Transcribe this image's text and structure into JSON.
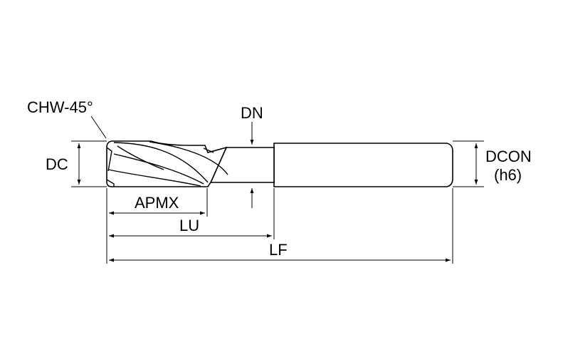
{
  "labels": {
    "chw": "CHW-45°",
    "dn": "DN",
    "dc": "DC",
    "dcon": "DCON",
    "dcon_tol": "(h6)",
    "apmx": "APMX",
    "lu": "LU",
    "lf": "LF"
  },
  "colors": {
    "line": "#000000",
    "background": "#ffffff"
  },
  "icons": [
    "end-mill-drawing",
    "dimension-arrow"
  ]
}
